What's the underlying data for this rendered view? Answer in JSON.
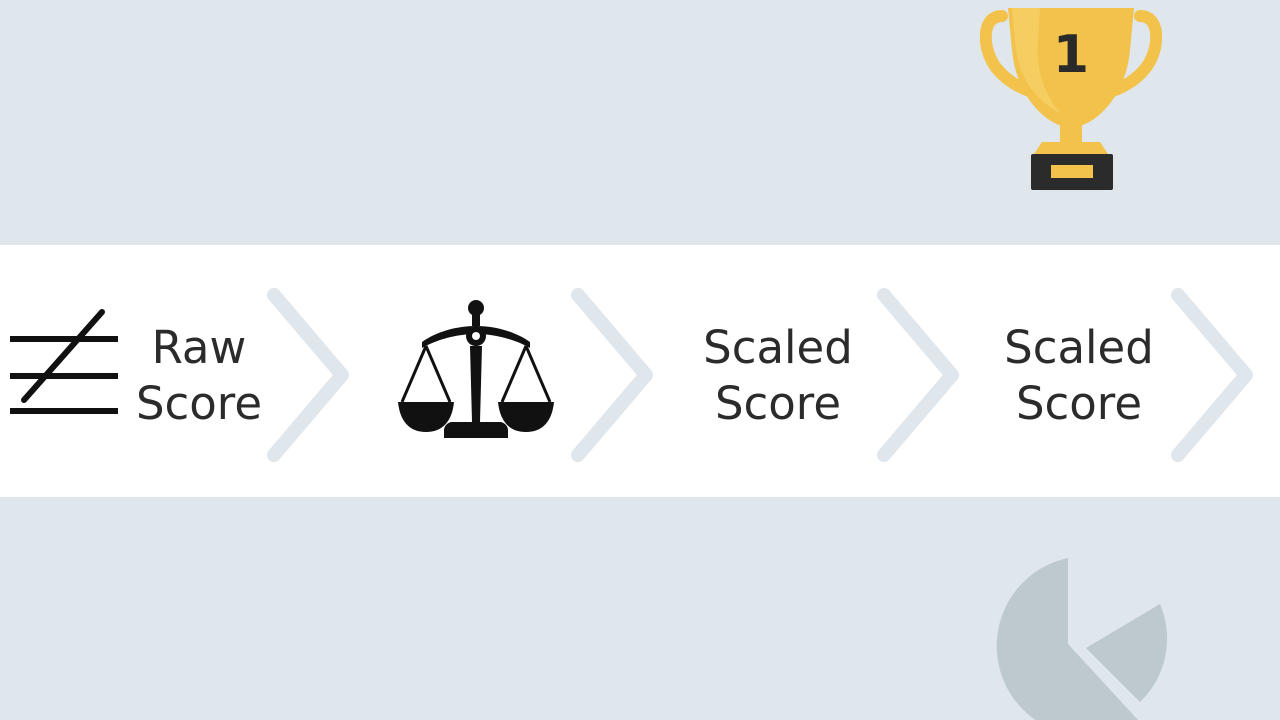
{
  "flow": {
    "steps": [
      {
        "label": "Raw\nScore",
        "icon": "not-equal-icon"
      },
      {
        "label": "",
        "icon": "balance-scale-icon"
      },
      {
        "label": "Scaled\nScore",
        "icon": ""
      },
      {
        "label": "Scaled\nScore",
        "icon": ""
      }
    ],
    "connector_icon": "chevron-right-icon"
  },
  "trophy": {
    "icon": "trophy-icon",
    "rank": "1"
  },
  "decor": {
    "pie_icon": "pie-chart-icon"
  },
  "colors": {
    "background": "#dfe6ec",
    "strip": "#ffffff",
    "chevron": "#dfe6ec",
    "trophy": "#f2c24b",
    "trophy_base": "#2b2b2b",
    "pie": "#b9c4cc",
    "text": "#2b2b2b"
  }
}
